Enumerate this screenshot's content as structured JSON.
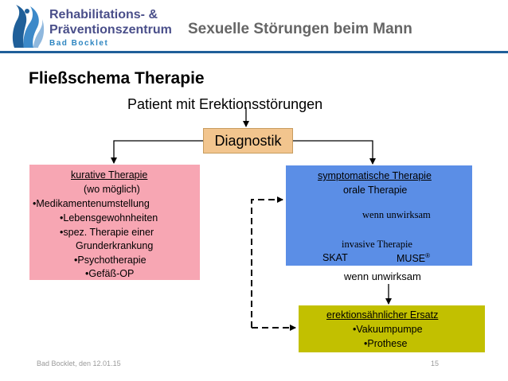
{
  "logo": {
    "line1": "Rehabilitations- &",
    "line2": "Präventionszentrum",
    "line3": "Bad Bocklet",
    "icon": "flame-figure-logo"
  },
  "header": {
    "title": "Sexuelle Störungen beim Mann",
    "rule_color": "#1f5f99"
  },
  "slide": {
    "title": "Fließschema Therapie",
    "patient": "Patient mit Erektionsstörungen",
    "diagnostik": "Diagnostik"
  },
  "kurativ": {
    "heading": "kurative Therapie",
    "sub": "(wo möglich)",
    "items": [
      "•Medikamentenumstellung",
      "•Lebensgewohnheiten",
      "•spez. Therapie einer",
      "Grunderkrankung",
      "•Psychotherapie",
      "•Gefäß-OP"
    ],
    "color": "#f7a6b3"
  },
  "symptomatisch": {
    "heading": "symptomatische Therapie",
    "oral": "orale Therapie",
    "wenn": "wenn unwirksam",
    "invasive": "invasive Therapie",
    "skat": "SKAT",
    "muse": "MUSE",
    "muse_mark": "®",
    "color": "#5b8ee6"
  },
  "wenn_unwirksam": "wenn unwirksam",
  "ersatz": {
    "heading": "erektionsähnlicher Ersatz",
    "items": [
      "•Vakuumpumpe",
      "•Prothese"
    ],
    "color": "#c2c000"
  },
  "footer": {
    "text": "Bad Bocklet, den 12.01.15",
    "page": "15"
  }
}
